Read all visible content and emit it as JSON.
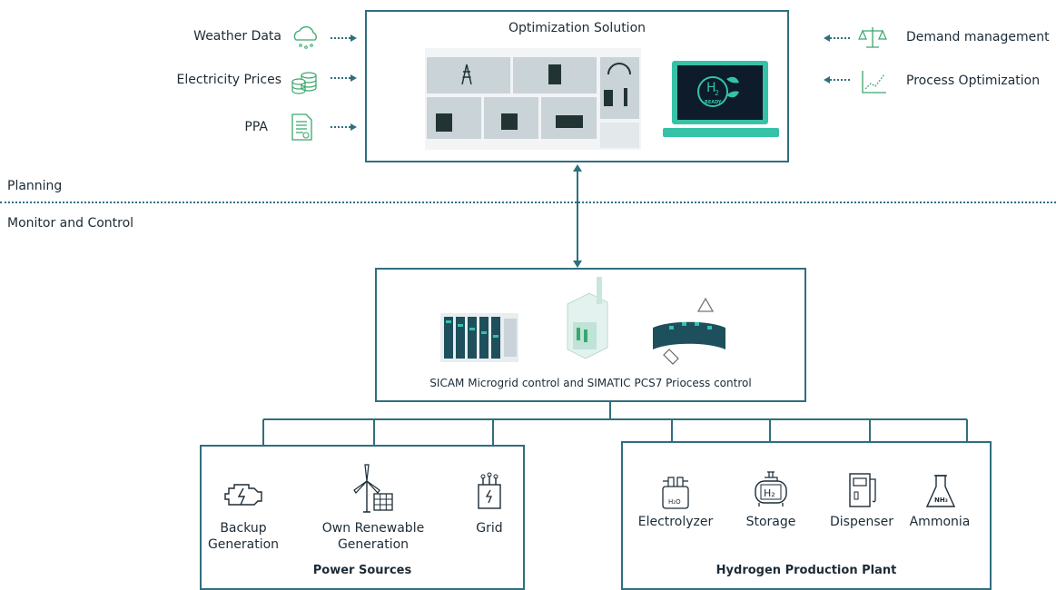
{
  "inputs_left": [
    {
      "label": "Weather Data",
      "icon": "cloud-rain-icon"
    },
    {
      "label": "Electricity Prices",
      "icon": "coins-icon"
    },
    {
      "label": "PPA",
      "icon": "document-icon"
    }
  ],
  "inputs_right": [
    {
      "label": "Demand management",
      "icon": "balance-scale-icon"
    },
    {
      "label": "Process Optimization",
      "icon": "trend-chart-icon"
    }
  ],
  "optimization": {
    "title": "Optimization Solution",
    "laptop_badge": "READY"
  },
  "layers": {
    "planning": "Planning",
    "monitor": "Monitor and Control"
  },
  "control": {
    "caption": "SICAM Microgrid control and SIMATIC PCS7 Priocess control"
  },
  "power_sources": {
    "title": "Power Sources",
    "items": [
      {
        "line1": "Backup",
        "line2": "Generation",
        "icon": "engine-icon"
      },
      {
        "line1": "Own Renewable",
        "line2": "Generation",
        "icon": "wind-solar-icon"
      },
      {
        "line1": "Grid",
        "line2": "",
        "icon": "transformer-icon"
      }
    ]
  },
  "hydrogen_plant": {
    "title": "Hydrogen Production Plant",
    "items": [
      {
        "label": "Electrolyzer",
        "icon": "electrolyzer-icon",
        "tag": "H₂O"
      },
      {
        "label": "Storage",
        "icon": "storage-tank-icon",
        "tag": "H₂"
      },
      {
        "label": "Dispenser",
        "icon": "fuel-dispenser-icon"
      },
      {
        "label": "Ammonia",
        "icon": "flask-icon",
        "tag": "NH₃"
      }
    ]
  },
  "colors": {
    "primary": "#2f6f7f",
    "accent": "#35c2a7",
    "green": "#3aa76d"
  }
}
